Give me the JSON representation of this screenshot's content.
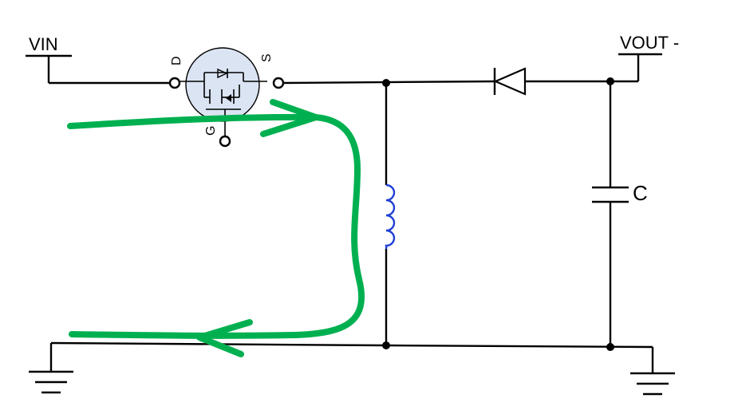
{
  "labels": {
    "vin": "VIN",
    "vout": "VOUT -",
    "capacitor": "C",
    "drain": "D",
    "source": "S",
    "gate": "G"
  },
  "colors": {
    "wire": "#000000",
    "current_path": "#00b050",
    "inductor": "#1f3fd6",
    "mosfet_body": "#dbe4f3"
  }
}
